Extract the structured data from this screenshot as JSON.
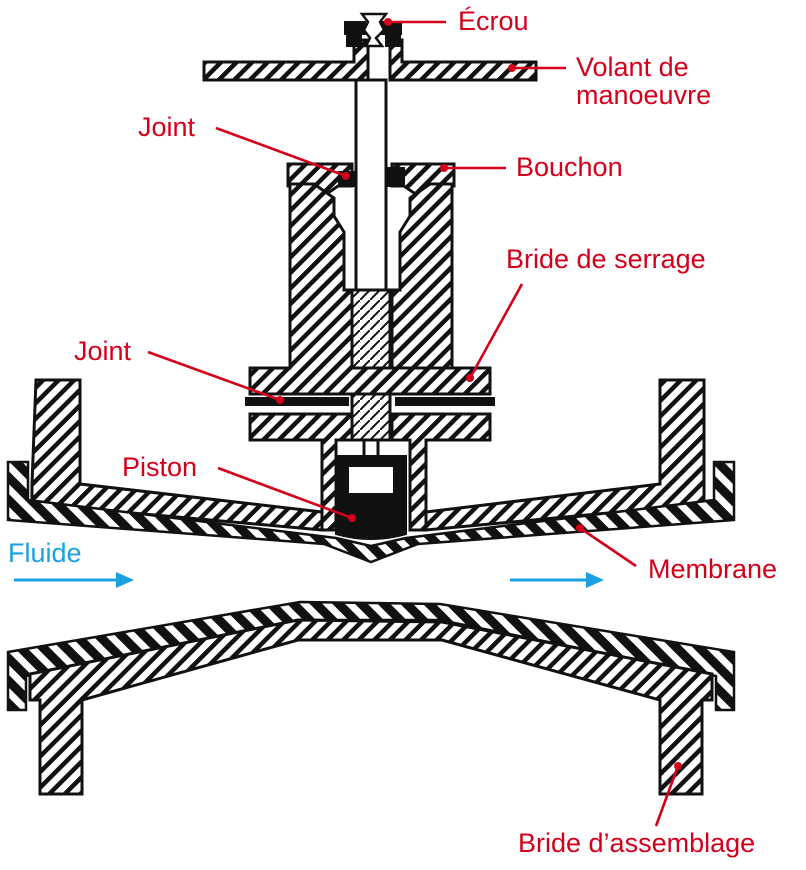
{
  "labels": {
    "ecrou": "Écrou",
    "volant_line1": "Volant de",
    "volant_line2": "manoeuvre",
    "joint_top": "Joint",
    "bouchon": "Bouchon",
    "bride_serrage": "Bride de serrage",
    "joint_mid": "Joint",
    "piston": "Piston",
    "fluide": "Fluide",
    "membrane": "Membrane",
    "bride_assemblage": "Bride d’assemblage"
  },
  "colors": {
    "label": "#d4001a",
    "flow": "#1aa0e0",
    "outline": "#111111"
  }
}
